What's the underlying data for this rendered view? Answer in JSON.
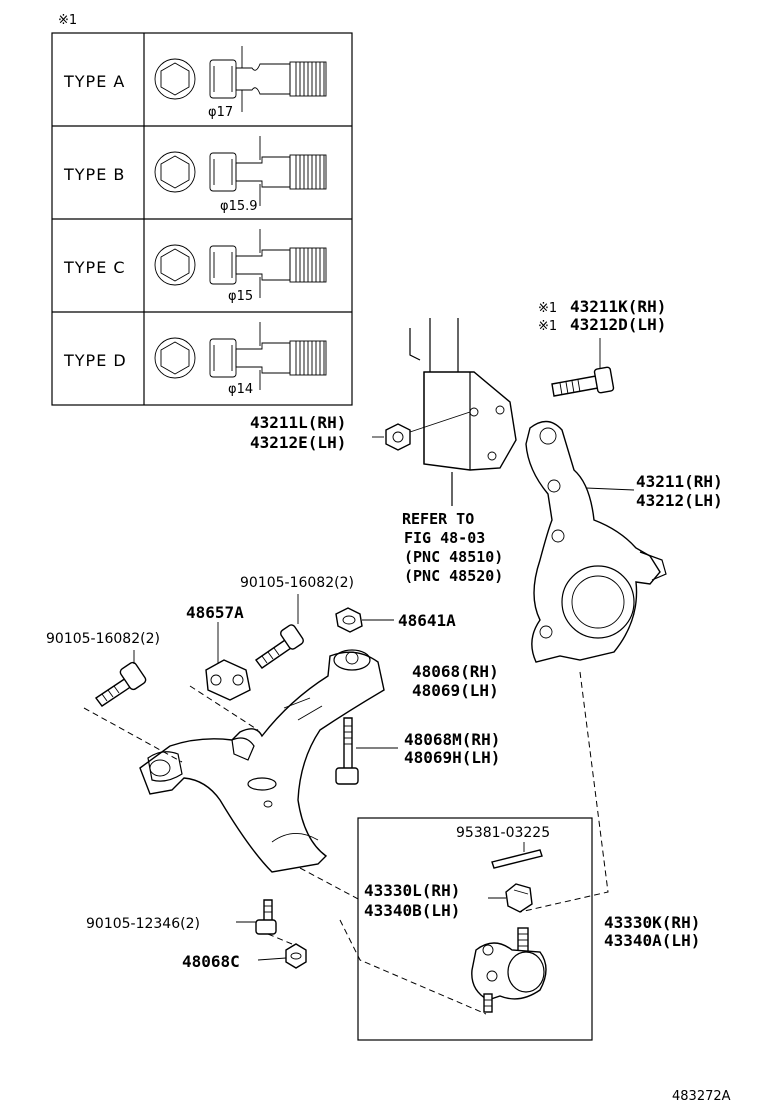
{
  "note_mark": "※1",
  "types": [
    {
      "label": "TYPE  A",
      "diameter": "φ17"
    },
    {
      "label": "TYPE  B",
      "diameter": "φ15.9"
    },
    {
      "label": "TYPE  C",
      "diameter": "φ15"
    },
    {
      "label": "TYPE  D",
      "diameter": "φ14"
    }
  ],
  "parts": {
    "bolt_43211k_note": "※1",
    "bolt_43211k_rh": "43211K(RH)",
    "bolt_43212d_note": "※1",
    "bolt_43212d_lh": "43212D(LH)",
    "nut_43211l_rh": "43211L(RH)",
    "nut_43212e_lh": "43212E(LH)",
    "knuckle_rh": "43211(RH)",
    "knuckle_lh": "43212(LH)",
    "refer_1": "REFER TO",
    "refer_2": "FIG 48-03",
    "refer_3": "(PNC 48510)",
    "refer_4": "(PNC 48520)",
    "bolt_upper_right": "90105-16082(2)",
    "bracket_48657a": "48657A",
    "nut_48641a": "48641A",
    "bolt_upper_left": "90105-16082(2)",
    "bushing_rh": "48068(RH)",
    "bushing_lh": "48069(LH)",
    "bolt_48068m_rh": "48068M(RH)",
    "bolt_48069h_lh": "48069H(LH)",
    "pin_95381": "95381-03225",
    "nut_43330l_rh": "43330L(RH)",
    "nut_43340b_lh": "43340B(LH)",
    "ball_43330k_rh": "43330K(RH)",
    "ball_43340a_lh": "43340A(LH)",
    "bolt_90105_12346": "90105-12346(2)",
    "nut_48068c": "48068C"
  },
  "figure_id": "483272A"
}
